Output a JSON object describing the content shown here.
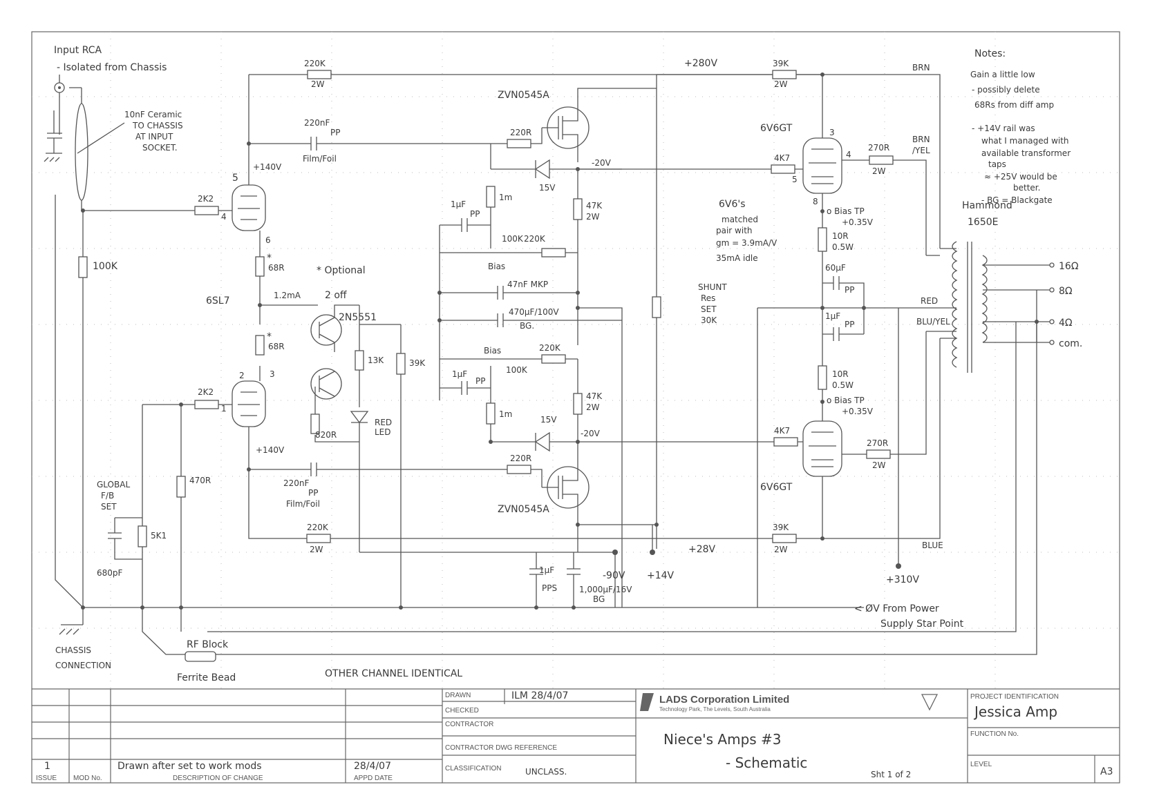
{
  "notes": {
    "heading": "Notes:",
    "lines": [
      "Gain a little low",
      "- possibly delete",
      "68Rs from diff amp",
      "- +14V rail was",
      "what I managed with",
      "available transformer",
      "taps",
      "≈ +25V would be",
      "better.",
      "- BG = Blackgate"
    ]
  },
  "input": {
    "title": "Input RCA",
    "subtitle": "- Isolated from Chassis",
    "cap_note": [
      "10nF Ceramic",
      "TO CHASSIS",
      "AT INPUT",
      "SOCKET."
    ]
  },
  "labels": {
    "r_220k_top": "220K",
    "r_220k_top_w": "2W",
    "c_220nf_top": "220nF",
    "c_220nf_top_pp": "PP",
    "c_220nf_top_type": "Film/Foil",
    "v_140_top": "+140V",
    "r_2k2_top": "2K2",
    "r_100k_left": "100K",
    "r_68r_top": "68R",
    "tube_6sl7": "6SL7",
    "star1": "*",
    "star2": "*",
    "r_68r_bot": "68R",
    "optional": "* Optional",
    "current": "1.2mA",
    "off": "2 off",
    "transistor": "2N5551",
    "r_13k": "13K",
    "r_39k_mid": "39K",
    "r_820r": "820R",
    "led": [
      "RED",
      "LED"
    ],
    "r_2k2_bot": "2K2",
    "v_140_bot": "+140V",
    "r_470r": "470R",
    "global_fb": [
      "GLOBAL",
      "F/B",
      "SET"
    ],
    "r_5k1": "5K1",
    "c_680pf": "680pF",
    "mosfet_top": "ZVN0545A",
    "mosfet_bot": "ZVN0545A",
    "r_220r_top": "220R",
    "r_220r_bot": "220R",
    "zener_top": "15V",
    "zener_bot": "15V",
    "v_m20_top": "-20V",
    "v_m20_bot": "-20V",
    "r_1m_top": "1m",
    "r_1m_bot": "1m",
    "c_1uf_top": "1µF",
    "c_1uf_top_pp": "PP",
    "c_1uf_bot": "1µF",
    "c_1uf_bot_pp": "PP",
    "pot_100k_top": "100K",
    "r_220k_bias_top": "220K",
    "bias_top": "Bias",
    "pot_100k_bot": "100K",
    "r_220k_bias_bot": "220K",
    "bias_bot": "Bias",
    "r_47k_top": "47K",
    "r_47k_top_w": "2W",
    "r_47k_bot": "47K",
    "r_47k_bot_w": "2W",
    "c_47nf": "47nF MKP",
    "c_470uf": "470µF/100V",
    "c_470uf_bg": "BG.",
    "c_220nf_bot": "220nF",
    "c_220nf_bot_pp": "PP",
    "c_220nf_bot_type": "Film/Foil",
    "r_220k_bot": "220K",
    "r_220k_bot_w": "2W",
    "c_1uf_pps": "1µF",
    "c_1uf_pps_t": "PPS",
    "c_1000uf": "1,000µF/16V",
    "c_1000uf_bg": "BG",
    "v_m90": "-90V",
    "v_p14": "+14V",
    "v_p280": "+280V",
    "v_p28": "+28V",
    "v_p310": "+310V",
    "r_39k_top": "39K",
    "r_39k_top_w": "2W",
    "r_39k_bot": "39K",
    "r_39k_bot_w": "2W",
    "brn": "BRN",
    "brn_yel": [
      "BRN",
      "/YEL"
    ],
    "red": "RED",
    "blu_yel": "BLU/YEL",
    "blue": "BLUE",
    "tube_top": "6V6GT",
    "tube_bot": "6V6GT",
    "r_4k7_top": "4K7",
    "r_4k7_bot": "4K7",
    "r_270r_top": "270R",
    "r_270r_top_w": "2W",
    "r_270r_bot": "270R",
    "r_270r_bot_w": "2W",
    "bias_tp_top": [
      "o Bias TP",
      "+0.35V"
    ],
    "bias_tp_bot": [
      "o Bias TP",
      "+0.35V"
    ],
    "r_10r_top": "10R",
    "r_10r_top_w": "0.5W",
    "r_10r_bot": "10R",
    "r_10r_bot_w": "0.5W",
    "c_60uf": "60µF",
    "c_60uf_pp": "PP",
    "c_1uf_pp_right": "1µF",
    "c_1uf_pp_right_t": "PP",
    "matched": [
      "6V6's",
      "matched",
      "pair with",
      "gm = 3.9mA/V",
      "35mA idle"
    ],
    "shunt": [
      "SHUNT",
      "Res",
      "SET",
      "30K"
    ],
    "hammond": [
      "Hammond",
      "1650E"
    ],
    "out_16": "16Ω",
    "out_8": "8Ω",
    "out_4": "4Ω",
    "out_com": "com.",
    "pin5_left": "5",
    "pin4_left": "4",
    "pin6": "6",
    "pin2": "2",
    "pin1": "1",
    "pin3": "3",
    "pin3_right": "3",
    "pin4_right": "4",
    "pin5_right": "5",
    "pin8": "8",
    "ov_power": [
      "< ØV From Power",
      "Supply Star Point"
    ],
    "chassis": [
      "CHASSIS",
      "CONNECTION"
    ],
    "rf_block": [
      "RF Block",
      "Ferrite Bead"
    ],
    "other_channel": "OTHER CHANNEL IDENTICAL"
  },
  "title_block": {
    "drawn_label": "DRAWN",
    "drawn_value": "ILM  28/4/07",
    "checked_label": "CHECKED",
    "contractor_label": "CONTRACTOR",
    "contractor_dwg_label": "CONTRACTOR DWG REFERENCE",
    "classification_label": "CLASSIFICATION",
    "classification_value": "UNCLASS.",
    "company": "LADS Corporation Limited",
    "company_sub": "Technology Park, The Levels, South Australia",
    "drawing_title": "Niece's Amps #3",
    "drawing_sub": "- Schematic",
    "sheet": "Sht 1 of 2",
    "project_label": "PROJECT IDENTIFICATION",
    "project_value": "Jessica Amp",
    "function_label": "FUNCTION No.",
    "level_label": "LEVEL",
    "size": "A3",
    "issue_label": "ISSUE",
    "issue_value": "1",
    "mod_label": "MOD No.",
    "desc_label": "DESCRIPTION OF CHANGE",
    "desc_value": "Drawn after set to work mods",
    "appd_label": "APPD DATE",
    "appd_value": "28/4/07"
  }
}
